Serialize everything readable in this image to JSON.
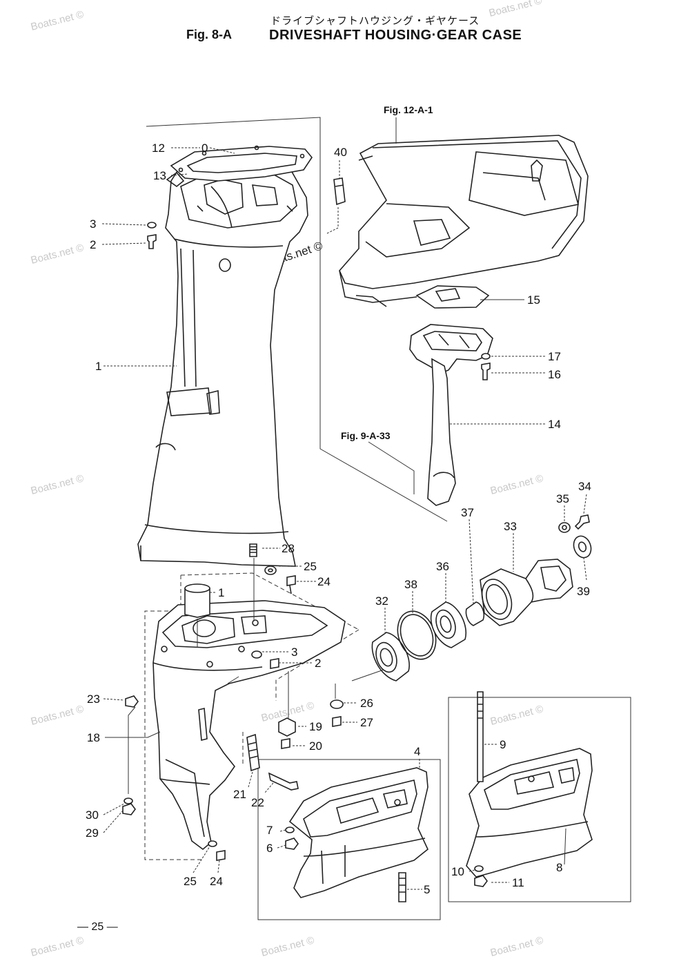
{
  "header": {
    "japanese_title": "ドライブシャフトハウジング・ギヤケース",
    "figure_number": "Fig. 8-A",
    "title": "DRIVESHAFT HOUSING·GEAR CASE"
  },
  "references": {
    "fig_12_a_1": "Fig. 12-A-1",
    "fig_9_a_33": "Fig. 9-A-33"
  },
  "watermark": "Boats.net ©",
  "page_number": "— 25 —",
  "callouts": [
    {
      "id": "c-12",
      "text": "12"
    },
    {
      "id": "c-0",
      "text": "0"
    },
    {
      "id": "c-13",
      "text": "13"
    },
    {
      "id": "c-40",
      "text": "40"
    },
    {
      "id": "c-3a",
      "text": "3"
    },
    {
      "id": "c-2a",
      "text": "2"
    },
    {
      "id": "c-15",
      "text": "15"
    },
    {
      "id": "c-17",
      "text": "17"
    },
    {
      "id": "c-16",
      "text": "16"
    },
    {
      "id": "c-1a",
      "text": "1"
    },
    {
      "id": "c-14",
      "text": "14"
    },
    {
      "id": "c-34",
      "text": "34"
    },
    {
      "id": "c-35",
      "text": "35"
    },
    {
      "id": "c-33",
      "text": "33"
    },
    {
      "id": "c-37",
      "text": "37"
    },
    {
      "id": "c-36",
      "text": "36"
    },
    {
      "id": "c-38",
      "text": "38"
    },
    {
      "id": "c-32",
      "text": "32"
    },
    {
      "id": "c-39",
      "text": "39"
    },
    {
      "id": "c-28",
      "text": "28"
    },
    {
      "id": "c-25a",
      "text": "25"
    },
    {
      "id": "c-24a",
      "text": "24"
    },
    {
      "id": "c-1b",
      "text": "1"
    },
    {
      "id": "c-3b",
      "text": "3"
    },
    {
      "id": "c-2b",
      "text": "2"
    },
    {
      "id": "c-23",
      "text": "23"
    },
    {
      "id": "c-26",
      "text": "26"
    },
    {
      "id": "c-27",
      "text": "27"
    },
    {
      "id": "c-18",
      "text": "18"
    },
    {
      "id": "c-19",
      "text": "19"
    },
    {
      "id": "c-20",
      "text": "20"
    },
    {
      "id": "c-9",
      "text": "9"
    },
    {
      "id": "c-4",
      "text": "4"
    },
    {
      "id": "c-21",
      "text": "21"
    },
    {
      "id": "c-22",
      "text": "22"
    },
    {
      "id": "c-30",
      "text": "30"
    },
    {
      "id": "c-29",
      "text": "29"
    },
    {
      "id": "c-7",
      "text": "7"
    },
    {
      "id": "c-6",
      "text": "6"
    },
    {
      "id": "c-8",
      "text": "8"
    },
    {
      "id": "c-10",
      "text": "10"
    },
    {
      "id": "c-11",
      "text": "11"
    },
    {
      "id": "c-5",
      "text": "5"
    },
    {
      "id": "c-25b",
      "text": "25"
    },
    {
      "id": "c-24b",
      "text": "24"
    }
  ]
}
